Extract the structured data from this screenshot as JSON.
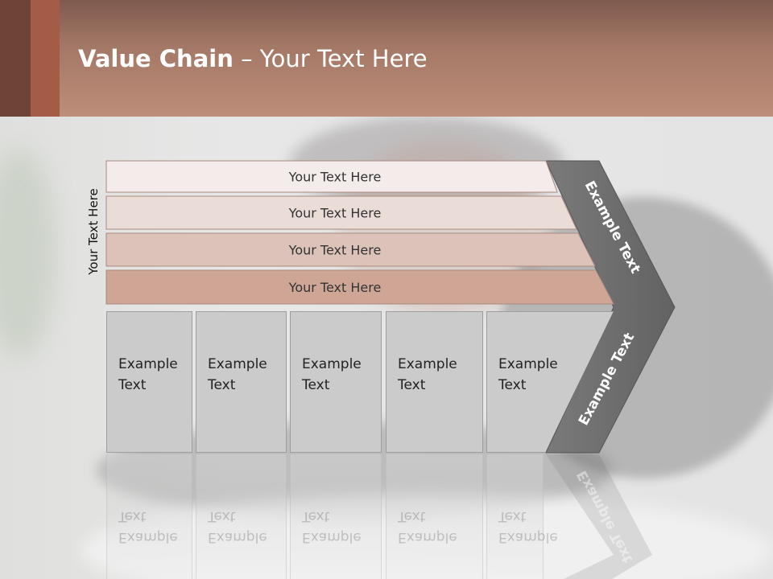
{
  "title": {
    "bold": "Value Chain",
    "rest": " – Your Text Here"
  },
  "side_label": "Your Text Here",
  "bars": [
    {
      "label": "Your Text Here",
      "color": "#f4ecea"
    },
    {
      "label": "Your Text Here",
      "color": "#eaddd7"
    },
    {
      "label": "Your Text Here",
      "color": "#dcc2b9"
    },
    {
      "label": "Your Text Here",
      "color": "#cfa696"
    }
  ],
  "boxes": [
    {
      "label": "Example Text"
    },
    {
      "label": "Example Text"
    },
    {
      "label": "Example Text"
    },
    {
      "label": "Example Text"
    },
    {
      "label": "Example Text"
    }
  ],
  "chevron": {
    "upper": "Example Text",
    "lower": "Example Text",
    "color": "#6f6f6f"
  }
}
